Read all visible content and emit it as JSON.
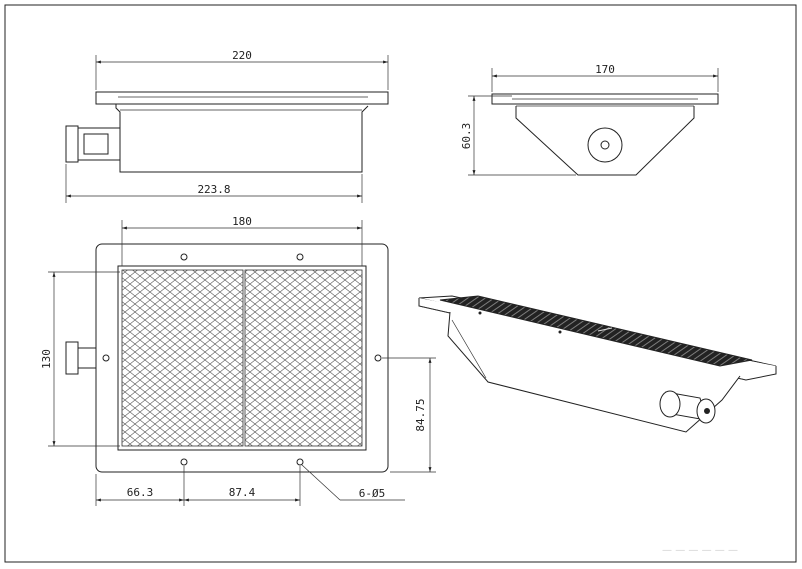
{
  "dimensions": {
    "top_width": "220",
    "bottom_width": "223.8",
    "side_width": "170",
    "side_height": "60.3",
    "plan_width": "180",
    "plan_height": "130",
    "hole_offset_right": "84.75",
    "hole_left_offset": "66.3",
    "hole_spacing": "87.4",
    "hole_callout": "6-Ø5"
  },
  "watermark": "— — — — — —"
}
